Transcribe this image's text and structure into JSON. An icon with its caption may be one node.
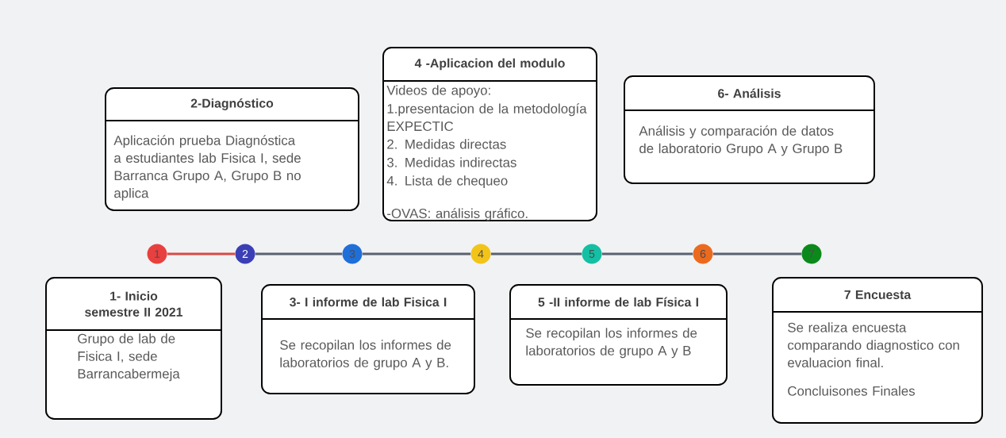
{
  "diagram": {
    "nodes": [
      {
        "text": [
          "2-Diagnóstico",
          "Aplicación prueba Diagnóstica a estudiantes lab Fisica I, sede Barranca Grupo A, Grupo B no aplica"
        ]
      },
      {
        "text": [
          "4 -Aplicacion del modulo",
          "Videos de apoyo:",
          "1.presentacion de la metodología EXPECTIC",
          "2. Medidas directas",
          "3. Medidas indirectas",
          "4. Lista de chequeo",
          "-OVAS: análisis gráfico."
        ]
      },
      {
        "text": [
          "6- Análisis",
          "Análisis  y comparación de datos de laboratorio Grupo A y Grupo B"
        ]
      },
      {
        "text": [
          "1"
        ]
      },
      {
        "text": [
          "2"
        ]
      },
      {
        "text": [
          "3"
        ]
      },
      {
        "text": [
          "4"
        ]
      },
      {
        "text": [
          "5"
        ]
      },
      {
        "text": [
          "6"
        ]
      },
      {
        "text": [
          "7"
        ]
      },
      {
        "text": [
          "1- Inicio semestre II 2021",
          "Grupo de lab de Fisica I, sede Barrancabermeja"
        ]
      },
      {
        "text": [
          "3- I informe de lab Fisica I",
          "Se recopilan los informes de laboratorios de grupo A y B."
        ]
      },
      {
        "text": [
          "5 -II informe de lab Física I",
          "Se recopilan los informes de laboratorios de grupo A y B"
        ]
      },
      {
        "text": [
          "7 Encuesta",
          "Se realiza encuesta comparando diagnostico con evaluacion final.",
          "Concluisones Finales"
        ]
      }
    ],
    "edges": [
      {
        "from": 3,
        "to": 4,
        "arrow": "none",
        "color": "#d94a45"
      },
      {
        "from": 4,
        "to": 5,
        "arrow": "none"
      },
      {
        "from": 5,
        "to": 6,
        "arrow": "none"
      },
      {
        "from": 6,
        "to": 7,
        "arrow": "none"
      },
      {
        "from": 7,
        "to": 8,
        "arrow": "none"
      },
      {
        "from": 8,
        "to": 9,
        "arrow": "none"
      }
    ]
  }
}
